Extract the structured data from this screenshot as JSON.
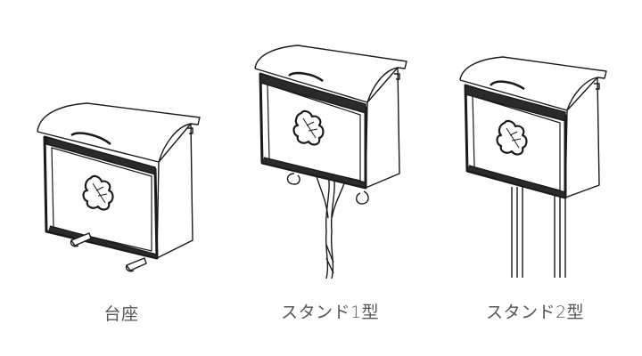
{
  "figures": [
    {
      "id": "base",
      "caption": "台座"
    },
    {
      "id": "stand1",
      "caption": "スタンド1型"
    },
    {
      "id": "stand2",
      "caption": "スタンド2型"
    }
  ],
  "colors": {
    "line": "#1a1a1a",
    "caption": "#555555",
    "background": "#ffffff"
  }
}
